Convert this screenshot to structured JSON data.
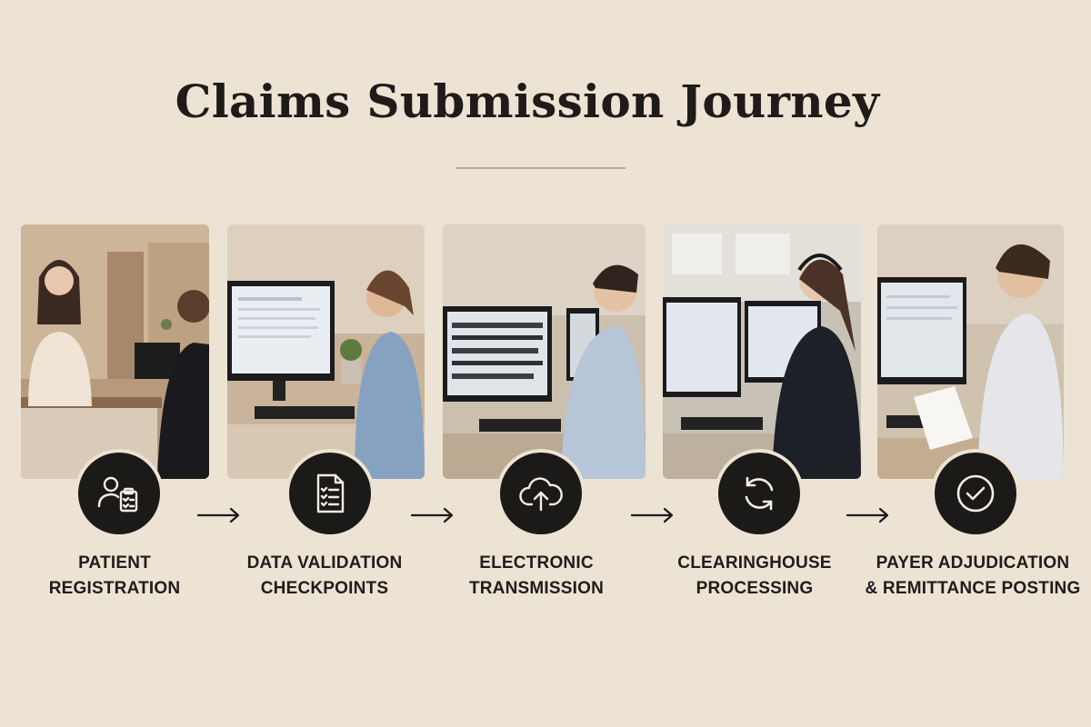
{
  "title": "Claims Submission Journey",
  "steps": [
    {
      "line1": "PATIENT",
      "line2": "REGISTRATION",
      "icon": "patient-clipboard-icon"
    },
    {
      "line1": "DATA VALIDATION",
      "line2": "CHECKPOINTS",
      "icon": "checklist-document-icon"
    },
    {
      "line1": "ELECTRONIC",
      "line2": "TRANSMISSION",
      "icon": "cloud-upload-icon"
    },
    {
      "line1": "CLEARINGHOUSE",
      "line2": "PROCESSING",
      "icon": "sync-arrows-icon"
    },
    {
      "line1": "PAYER ADJUDICATION",
      "line2": "& REMITTANCE POSTING",
      "icon": "checkmark-circle-icon"
    }
  ],
  "colors": {
    "background": "#ede3d4",
    "badge": "#1c1a18",
    "text": "#1f1d1b"
  }
}
